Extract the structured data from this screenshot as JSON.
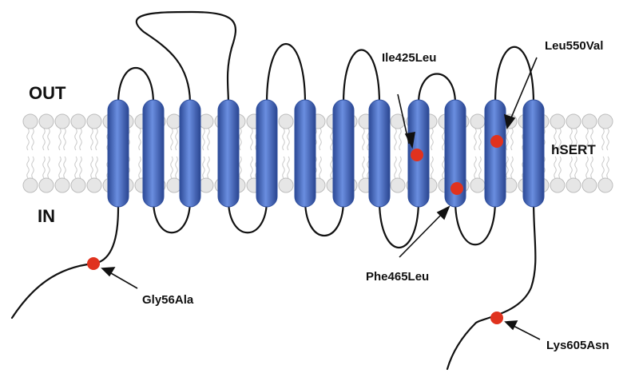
{
  "labels": {
    "out": "OUT",
    "in": "IN",
    "protein": "hSERT"
  },
  "mutations": [
    {
      "id": "ile425leu",
      "label": "Ile425Leu"
    },
    {
      "id": "phe465leu",
      "label": "Phe465Leu"
    },
    {
      "id": "leu550val",
      "label": "Leu550Val"
    },
    {
      "id": "gly56ala",
      "label": "Gly56Ala"
    },
    {
      "id": "lys605asn",
      "label": "Lys605Asn"
    }
  ],
  "colors": {
    "helix": "#4a6fc9",
    "helix_dark": "#2f4f9e",
    "mutation": "#e0321e",
    "chain": "#111111",
    "lipid_head": "#e6e6e6",
    "lipid_outline": "#bdbdbd"
  },
  "helix_count": 12
}
